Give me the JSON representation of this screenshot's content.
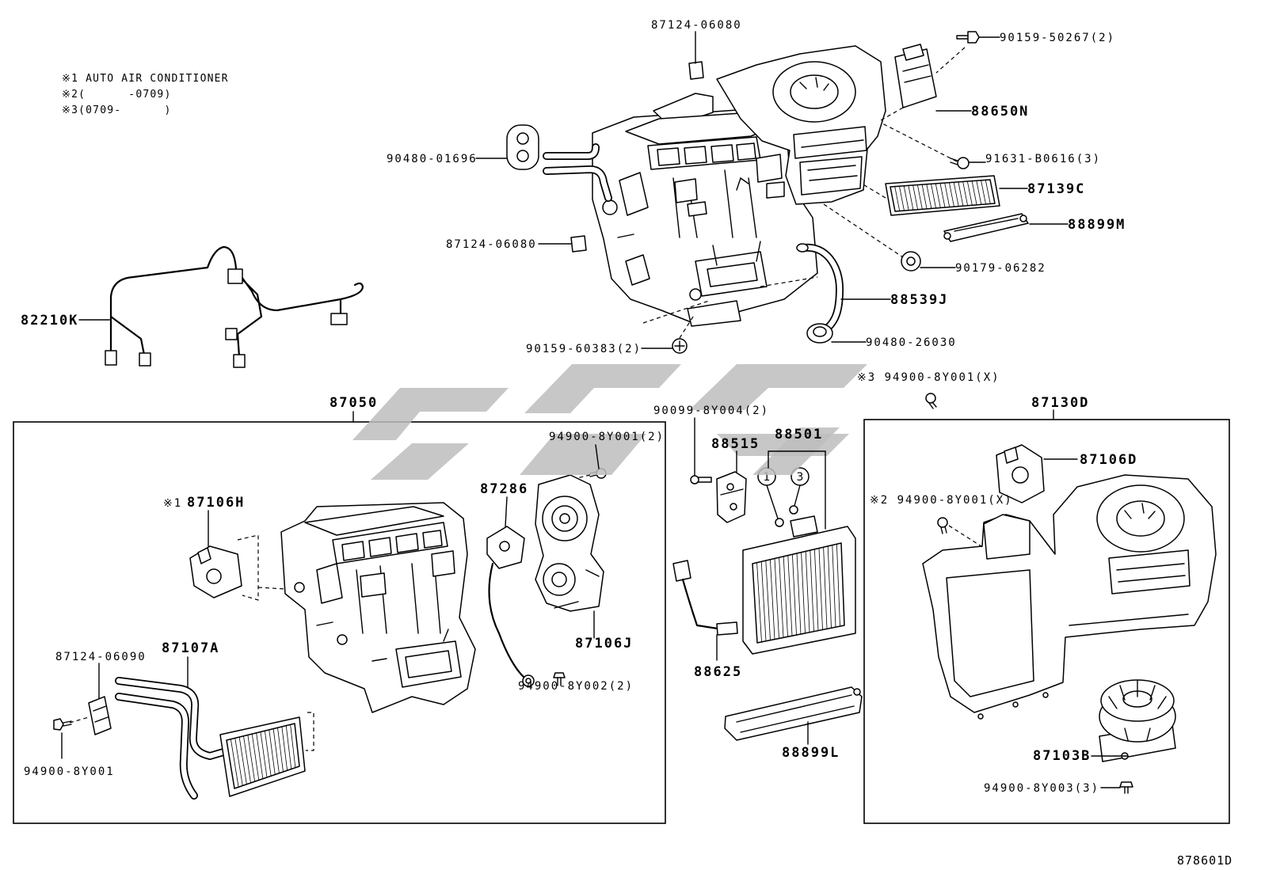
{
  "notes": {
    "n1": "※1 AUTO AIR CONDITIONER",
    "n2": "※2(      -0709)",
    "n3": "※3(0709-      )"
  },
  "callouts": {
    "c87124_06080_a": "87124-06080",
    "c90159_50267": "90159-50267(2)",
    "c88650N": "88650N",
    "c90480_01696": "90480-01696",
    "c91631_B0616": "91631-B0616(3)",
    "c87139C": "87139C",
    "c88899M": "88899M",
    "c87124_06080_b": "87124-06080",
    "c90179_06282": "90179-06282",
    "c88539J": "88539J",
    "c82210K": "82210K",
    "c90159_60383": "90159-60383(2)",
    "c90480_26030": "90480-26030",
    "c94900_8Y001_x3": "※3 94900-8Y001(X)",
    "c87050": "87050",
    "c87130D": "87130D",
    "c90099_8Y004": "90099-8Y004(2)",
    "c94900_8Y001_2": "94900-8Y001(2)",
    "c88515": "88515",
    "c88501": "88501",
    "c87286": "87286",
    "c87106D": "87106D",
    "c87106H_mark": "※1",
    "c87106H": "87106H",
    "c94900_8Y001_x2": "※2 94900-8Y001(X)",
    "c87106J": "87106J",
    "c87107A": "87107A",
    "c87124_06090": "87124-06090",
    "c94900_8Y002": "94900-8Y002(2)",
    "c88625": "88625",
    "c88899L": "88899L",
    "c87103B": "87103B",
    "c94900_8Y001": "94900-8Y001",
    "c94900_8Y003": "94900-8Y003(3)"
  },
  "oring_markers": [
    "1",
    "3"
  ],
  "diagram_code": "878601D",
  "colors": {
    "line": "#000000",
    "watermark": "#bdbdbd",
    "background": "#ffffff"
  }
}
